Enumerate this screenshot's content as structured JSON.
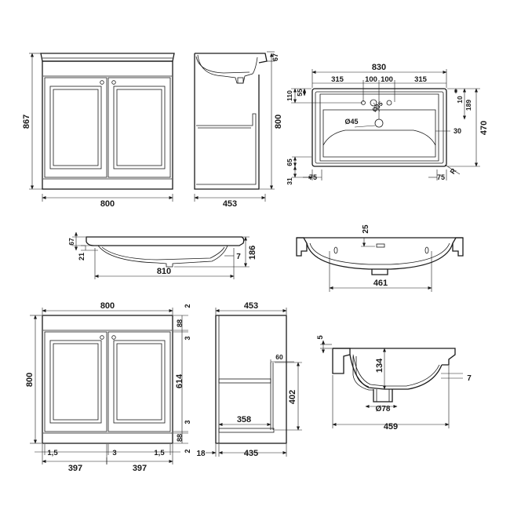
{
  "dimensions": {
    "front_top": {
      "height": "867",
      "width": "800"
    },
    "side_top": {
      "height": "800",
      "depth": "453",
      "lip": "67"
    },
    "basin_plan": {
      "width": "830",
      "depth": "470",
      "tap_315_left": "315",
      "tap_100_left": "100",
      "tap_100_right": "100",
      "tap_315_right": "315",
      "dim_110": "110",
      "dim_55": "55",
      "dim_10": "10",
      "dim_189": "189",
      "dim_45": "Ø45",
      "dim_35": "Ø35",
      "dim_30": "30",
      "dim_65": "65",
      "dim_31": "31",
      "dim_75_left": "75",
      "dim_75_right": "75",
      "dim_r": "R"
    },
    "basin_side": {
      "dim_67": "67",
      "dim_21": "21",
      "dim_7": "7",
      "dim_186": "186",
      "dim_810": "810"
    },
    "basin_section": {
      "dim_25": "25",
      "dim_461": "461"
    },
    "front_bottom": {
      "width": "800",
      "height": "800",
      "dim_2_top": "2",
      "dim_88_top": "88",
      "dim_3_top": "3",
      "dim_614": "614",
      "dim_3_bottom": "3",
      "dim_88_bottom": "88",
      "dim_2_bottom": "2",
      "dim_15_left": "1,5",
      "dim_3_mid": "3",
      "dim_15_right": "1,5",
      "dim_397_left": "397",
      "dim_397_right": "397"
    },
    "side_bottom": {
      "depth": "453",
      "dim_60": "60",
      "dim_402": "402",
      "dim_358": "358",
      "dim_18": "18",
      "dim_435": "435"
    },
    "basin_detail": {
      "dim_5": "5",
      "dim_134": "134",
      "dim_7": "7",
      "dim_78": "Ø78",
      "dim_459": "459"
    }
  }
}
